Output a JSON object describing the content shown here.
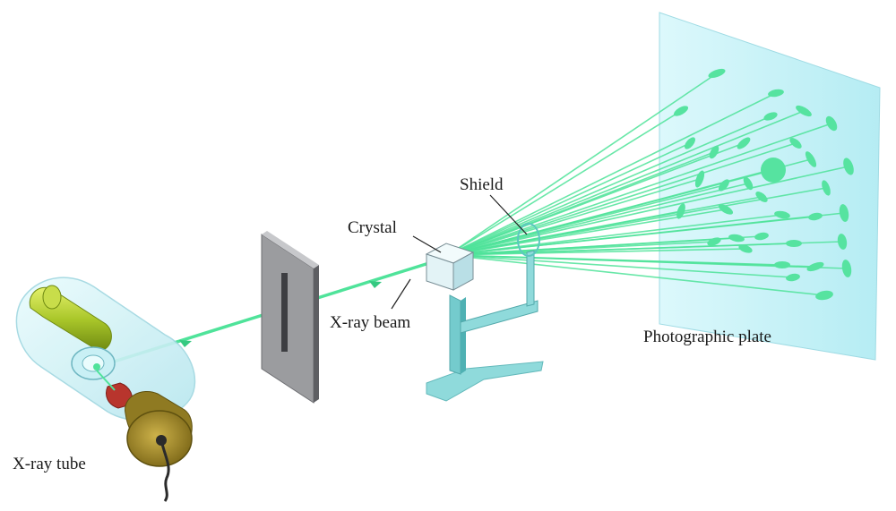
{
  "labels": {
    "shield": "Shield",
    "crystal": "Crystal",
    "beam": "X-ray beam",
    "plate": "Photographic plate",
    "tube": "X-ray tube"
  },
  "colors": {
    "beam": "#4fe39a",
    "spot": "#56e3a0",
    "plate": "#bdf2f7",
    "tube_glass": "#d8f4f7",
    "tube_rod": "#b8d23a",
    "cap": "#a08a2a",
    "slit_plate": "#9c9c9e",
    "stand": "#7fd3d6"
  },
  "icons": [
    "xray-tube-icon",
    "slit-screen-icon",
    "crystal-stand-icon",
    "photographic-plate-icon"
  ]
}
